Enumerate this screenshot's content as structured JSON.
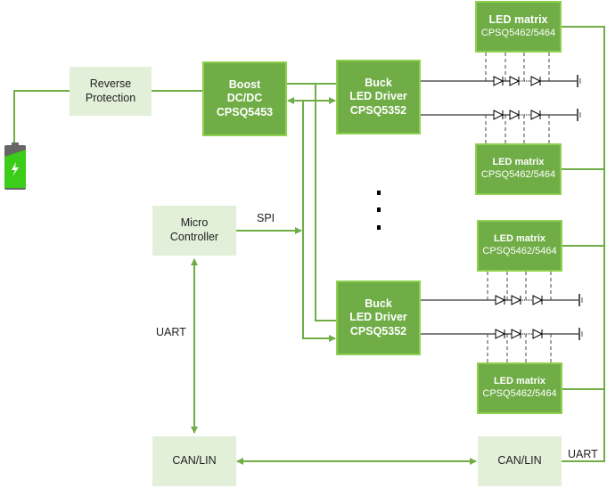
{
  "diagram": {
    "colors": {
      "wire": "#70ad47",
      "dark_block": "#70ad47",
      "light_block": "#e2efd9",
      "block_border": "#8fd14f",
      "led_line": "#000000"
    },
    "battery": {
      "icon": "battery-charging-icon"
    },
    "reverse_protection": {
      "line1": "Reverse",
      "line2": "Protection"
    },
    "boost": {
      "line1": "Boost",
      "line2": "DC/DC",
      "line3": "CPSQ5453"
    },
    "buck_top": {
      "line1": "Buck",
      "line2": "LED Driver",
      "line3": "CPSQ5352"
    },
    "buck_bottom": {
      "line1": "Buck",
      "line2": "LED Driver",
      "line3": "CPSQ5352"
    },
    "micro": {
      "line1": "Micro",
      "line2": "Controller"
    },
    "led_matrices": [
      {
        "line1": "LED matrix",
        "line2": "CPSQ5462/5464"
      },
      {
        "line1": "LED matrix",
        "line2": "CPSQ5462/5464"
      },
      {
        "line1": "LED matrix",
        "line2": "CPSQ5462/5464"
      },
      {
        "line1": "LED matrix",
        "line2": "CPSQ5462/5464"
      }
    ],
    "can_left": {
      "label": "CAN/LIN"
    },
    "can_right": {
      "label": "CAN/LIN"
    },
    "labels": {
      "spi": "SPI",
      "uart_left": "UART",
      "uart_right": "UART"
    }
  }
}
